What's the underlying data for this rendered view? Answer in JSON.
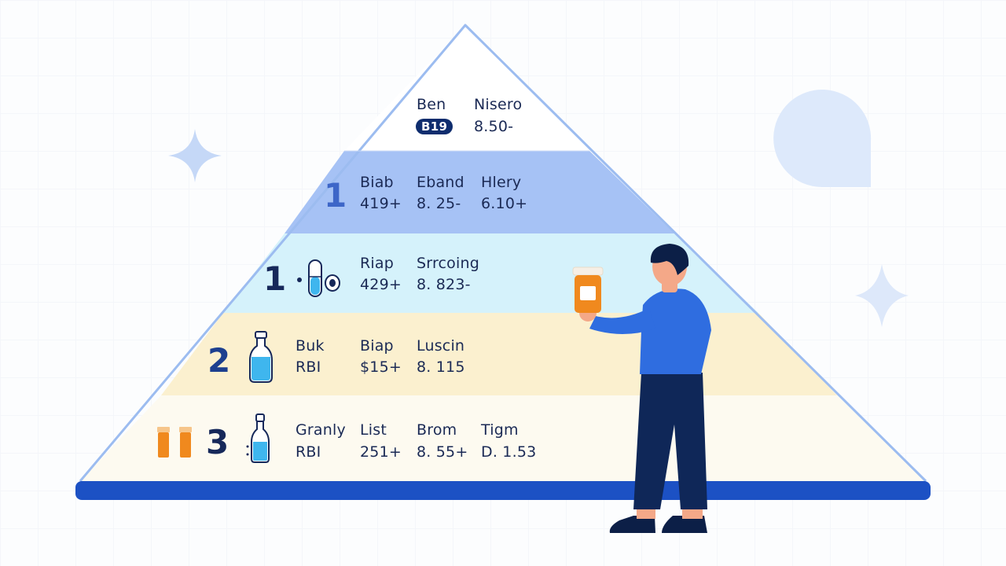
{
  "colors": {
    "outline": "#9cbcf0",
    "tier1": "#ffffff",
    "tier2": "#a6c2f5",
    "tier3": "#d5f2fb",
    "tier4": "#fbf0cf",
    "tier5": "#fdfaf0",
    "base_bar": "#1c51c4",
    "accent_orange": "#f0891e",
    "accent_cyan": "#3fb6ee",
    "person_shirt": "#2f6de0",
    "person_pants": "#0f2758",
    "person_hair": "#0c1f47"
  },
  "tiers": [
    {
      "id": "top",
      "badge": "B19",
      "rows": [
        [
          "Ben",
          "Nisero"
        ],
        [
          "",
          "8.50-"
        ]
      ]
    },
    {
      "id": "second",
      "number": "1",
      "rows": [
        [
          "Biab",
          "Eband",
          "Hlery"
        ],
        [
          "419+",
          "8. 25-",
          "6.10+"
        ]
      ]
    },
    {
      "id": "third",
      "number": "1",
      "icon": "capsule-icon",
      "rows": [
        [
          "Riap",
          "Srrcoing"
        ],
        [
          "429+",
          "8. 823-"
        ]
      ]
    },
    {
      "id": "fourth",
      "number": "2",
      "icon": "bottle-icon",
      "rows": [
        [
          "Buk",
          "Biap",
          "Luscin"
        ],
        [
          "RBI",
          "$15+",
          "8. 115"
        ]
      ]
    },
    {
      "id": "fifth",
      "number": "3",
      "icon": "bottle-icon",
      "rows": [
        [
          "Granly",
          "List",
          "Brom",
          "Tigm"
        ],
        [
          "RBI",
          "251+",
          "8. 55+",
          "D. 1.53"
        ]
      ]
    }
  ],
  "decor": {
    "sparkle_left": "sparkle-icon",
    "sparkle_right": "sparkle-icon",
    "bubble": "chat-bubble-icon",
    "person": "person-holding-pill-bottle-icon",
    "vials": "test-tube-icon"
  }
}
